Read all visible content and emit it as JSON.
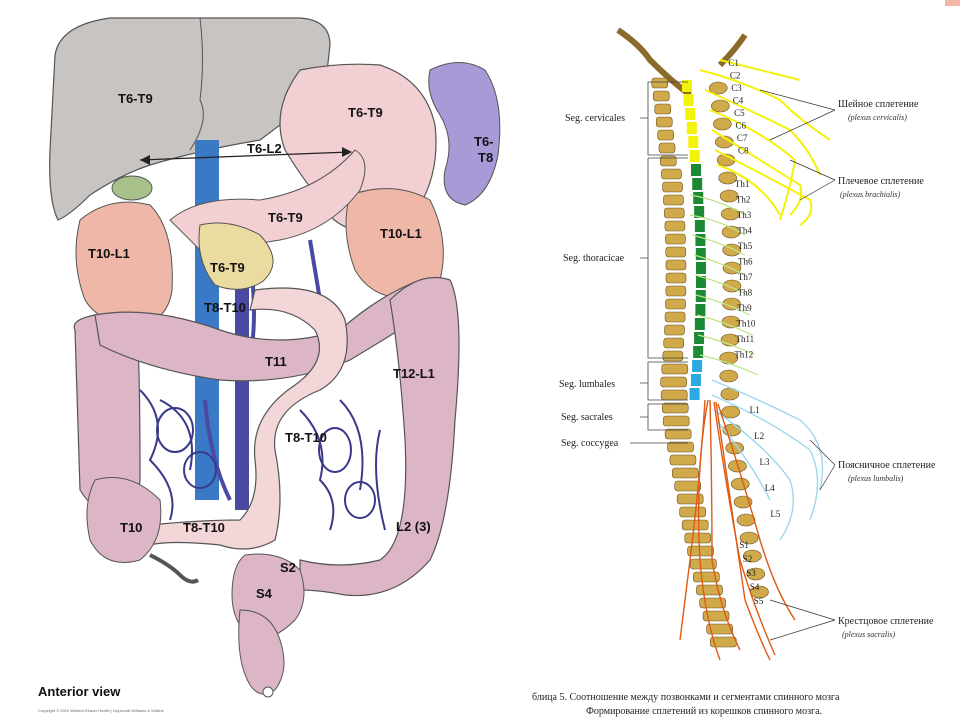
{
  "left_figure": {
    "labels": {
      "liver": "T6-T9",
      "stomach": "T6-T9",
      "spleen": "T6-\nT8",
      "arrow": "T6-L2",
      "pancreas": "T6-T9",
      "duodenum": "T6-T9",
      "kidney_right": "T10-L1",
      "kidney_left": "T10-L1",
      "small_int": "T8-T10",
      "colon_mid": "T11",
      "colon_left": "T12-L1",
      "ileum": "T8-T10",
      "cecum": "T10",
      "ileocecal": "T8-T10",
      "sigmoid": "L2 (3)",
      "s2": "S2",
      "rectum": "S4"
    },
    "caption": "Anterior view",
    "copyright": "Copyright © 2010 Wolters Kluwer Health | Lippincott Williams & Wilkins"
  },
  "right_figure": {
    "segments": {
      "cervical": "Seg. cervicales",
      "thoracic": "Seg. thoracicae",
      "lumbar": "Seg. lumbales",
      "sacral": "Seg. sacrales",
      "coccygeal": "Seg. coccygea"
    },
    "cervical_labels": [
      "C1",
      "C2",
      "C3",
      "C4",
      "C5",
      "C6",
      "C7",
      "C8"
    ],
    "thoracic_labels": [
      "Th1",
      "Th2",
      "Th3",
      "Th4",
      "Th5",
      "Th6",
      "Th7",
      "Th8",
      "Th9",
      "Th10",
      "Th11",
      "Th12"
    ],
    "lumbar_labels": [
      "L1",
      "L2",
      "L3",
      "L4",
      "L5"
    ],
    "sacral_labels": [
      "S1",
      "S2",
      "S3",
      "S4",
      "S5"
    ],
    "plexuses": {
      "cervical": "Шейное сплетение",
      "cervical_lat": "(plexus cervicalis)",
      "brachial": "Плечевое сплетение",
      "brachial_lat": "(plexus brachialis)",
      "lumbar": "Поясничное сплетение",
      "lumbar_lat": "(plexus lumbalis)",
      "sacral": "Крестцовое сплетение",
      "sacral_lat": "(plexus sacralis)"
    },
    "caption_line1": "блица 5. Соотношение между позвонками и сегментами спинного мозга",
    "caption_line2": "Формирование сплетений из корешков спинного мозга."
  },
  "colors": {
    "liver": "#c8c4c2",
    "stomach": "#f1cfd3",
    "kidney": "#efb7a8",
    "intestine": "#dcb6c7",
    "vein": "#3a79c5",
    "artery": "#4a4aa2",
    "spleen": "#a79ad6",
    "cervical_nerve": "#f2f20a",
    "thoracic_cord": "#1c8a35",
    "lumbar_cord": "#2aaadf",
    "sacral_nerve": "#e05a14",
    "vertebra": "#cfa94a"
  }
}
